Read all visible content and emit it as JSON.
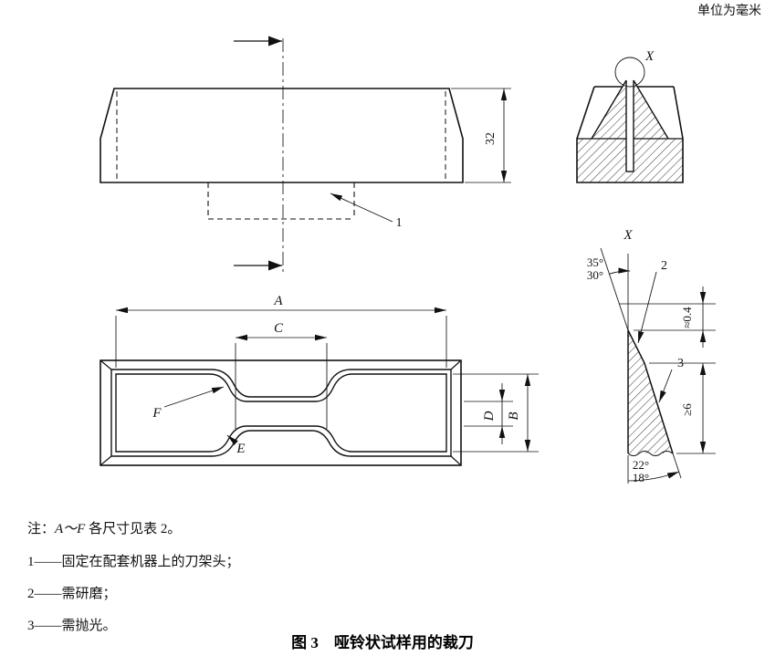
{
  "unit_label": "单位为毫米",
  "figure": {
    "caption": "图 3　哑铃状试样用的裁刀"
  },
  "notes": {
    "note_prefix": "注：",
    "note_range": "A～F",
    "note_suffix": " 各尺寸见表 2。",
    "item1": "1——固定在配套机器上的刀架头；",
    "item2": "2——需研磨；",
    "item3": "3——需抛光。"
  },
  "labels": {
    "height": "32",
    "a": "A",
    "b": "B",
    "c": "C",
    "d": "D",
    "e": "E",
    "f": "F",
    "detail": "X",
    "angle35": "35°",
    "angle30": "30°",
    "angle22": "22°",
    "angle18": "18°",
    "tip_flat": "≈0.4",
    "grind_height": "≥6",
    "c1": "1",
    "c2": "2",
    "c3": "3"
  }
}
